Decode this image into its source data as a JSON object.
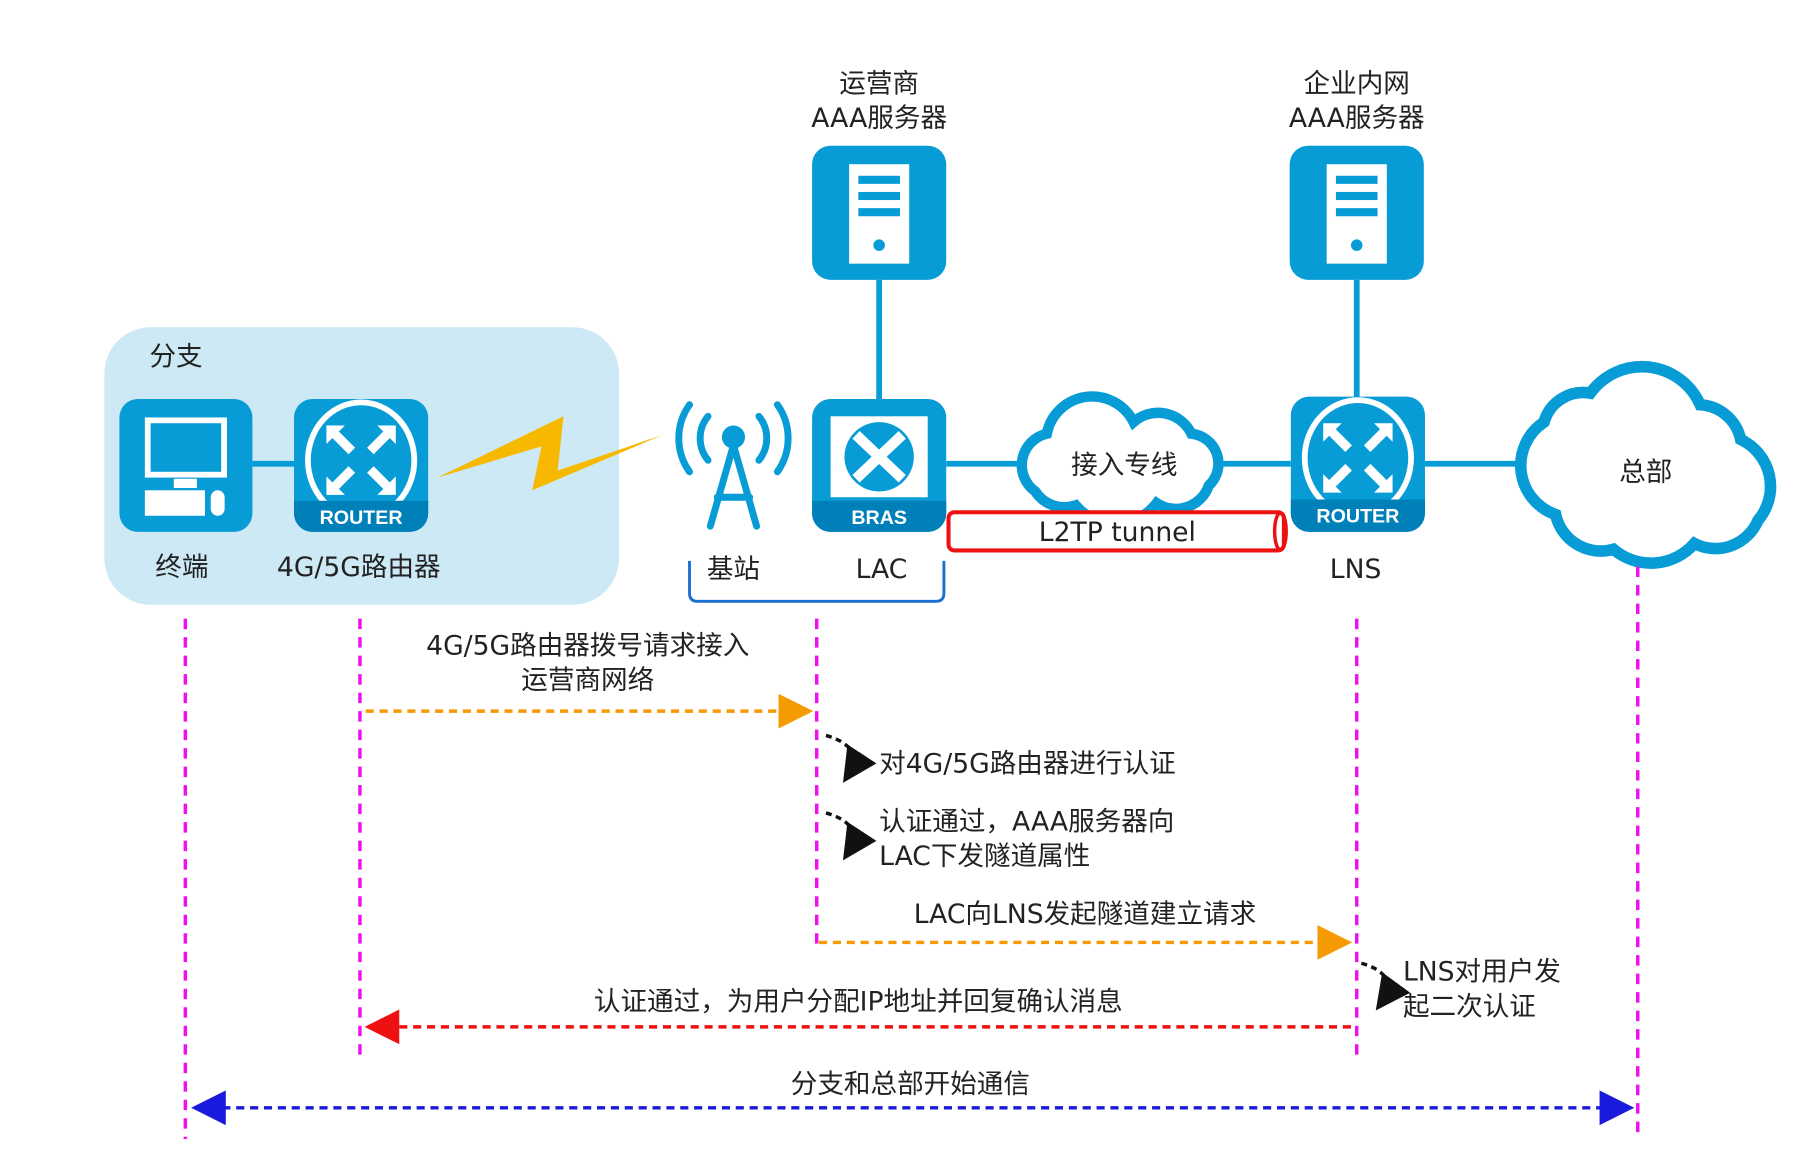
{
  "colors": {
    "device": "#079cd6",
    "device_dark": "#0080b9",
    "branch_bg": "#cde9f5",
    "lifeline": "#ee11ee",
    "request": "#f59a00",
    "reply": "#ee1111",
    "comm": "#1a1adc",
    "tunnel": "#ee1111",
    "lightning": "#f7b900"
  },
  "branch": {
    "title": "分支",
    "terminal_label": "终端",
    "router_label": "4G/5G路由器",
    "router_badge": "ROUTER"
  },
  "carrier_aaa": {
    "line1": "运营商",
    "line2": "AAA服务器"
  },
  "enterprise_aaa": {
    "line1": "企业内网",
    "line2": "AAA服务器"
  },
  "base_station": {
    "label": "基站"
  },
  "lac": {
    "label": "LAC",
    "badge": "BRAS"
  },
  "access_line": {
    "label": "接入专线"
  },
  "tunnel": {
    "label": "L2TP tunnel"
  },
  "lns": {
    "label": "LNS",
    "badge": "ROUTER"
  },
  "hq": {
    "label": "总部"
  },
  "messages": {
    "m1_line1": "4G/5G路由器拨号请求接入",
    "m1_line2": "运营商网络",
    "m2": "对4G/5G路由器进行认证",
    "m3_line1": "认证通过，AAA服务器向",
    "m3_line2": "LAC下发隧道属性",
    "m4": "LAC向LNS发起隧道建立请求",
    "m5_line1": "LNS对用户发",
    "m5_line2": "起二次认证",
    "m6": "认证通过，为用户分配IP地址并回复确认消息",
    "m7": "分支和总部开始通信"
  }
}
